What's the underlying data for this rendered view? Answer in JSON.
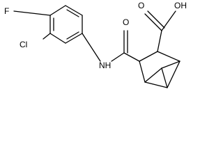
{
  "molecule": {
    "atoms": {
      "fluorine": "F",
      "chlorine": "Cl",
      "nh": "NH",
      "amide_oxygen": "O",
      "acid_oxygen": "O",
      "hydroxyl": "OH"
    }
  },
  "colors": {
    "bond": "#000000",
    "text": "#000000",
    "background": "#ffffff"
  }
}
